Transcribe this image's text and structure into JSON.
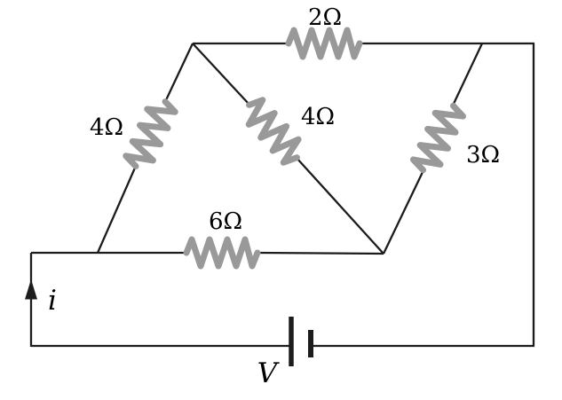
{
  "circuit": {
    "resistors": [
      {
        "position": "top",
        "label": "2Ω"
      },
      {
        "position": "upper-left",
        "label": "4Ω"
      },
      {
        "position": "middle",
        "label": "4Ω"
      },
      {
        "position": "right",
        "label": "3Ω"
      },
      {
        "position": "bottom",
        "label": "6Ω"
      }
    ],
    "current_label": "i",
    "source_label": "V",
    "colors": {
      "wire": "#1c1c1c",
      "resistor": "#999999",
      "background": "#ffffff"
    }
  }
}
